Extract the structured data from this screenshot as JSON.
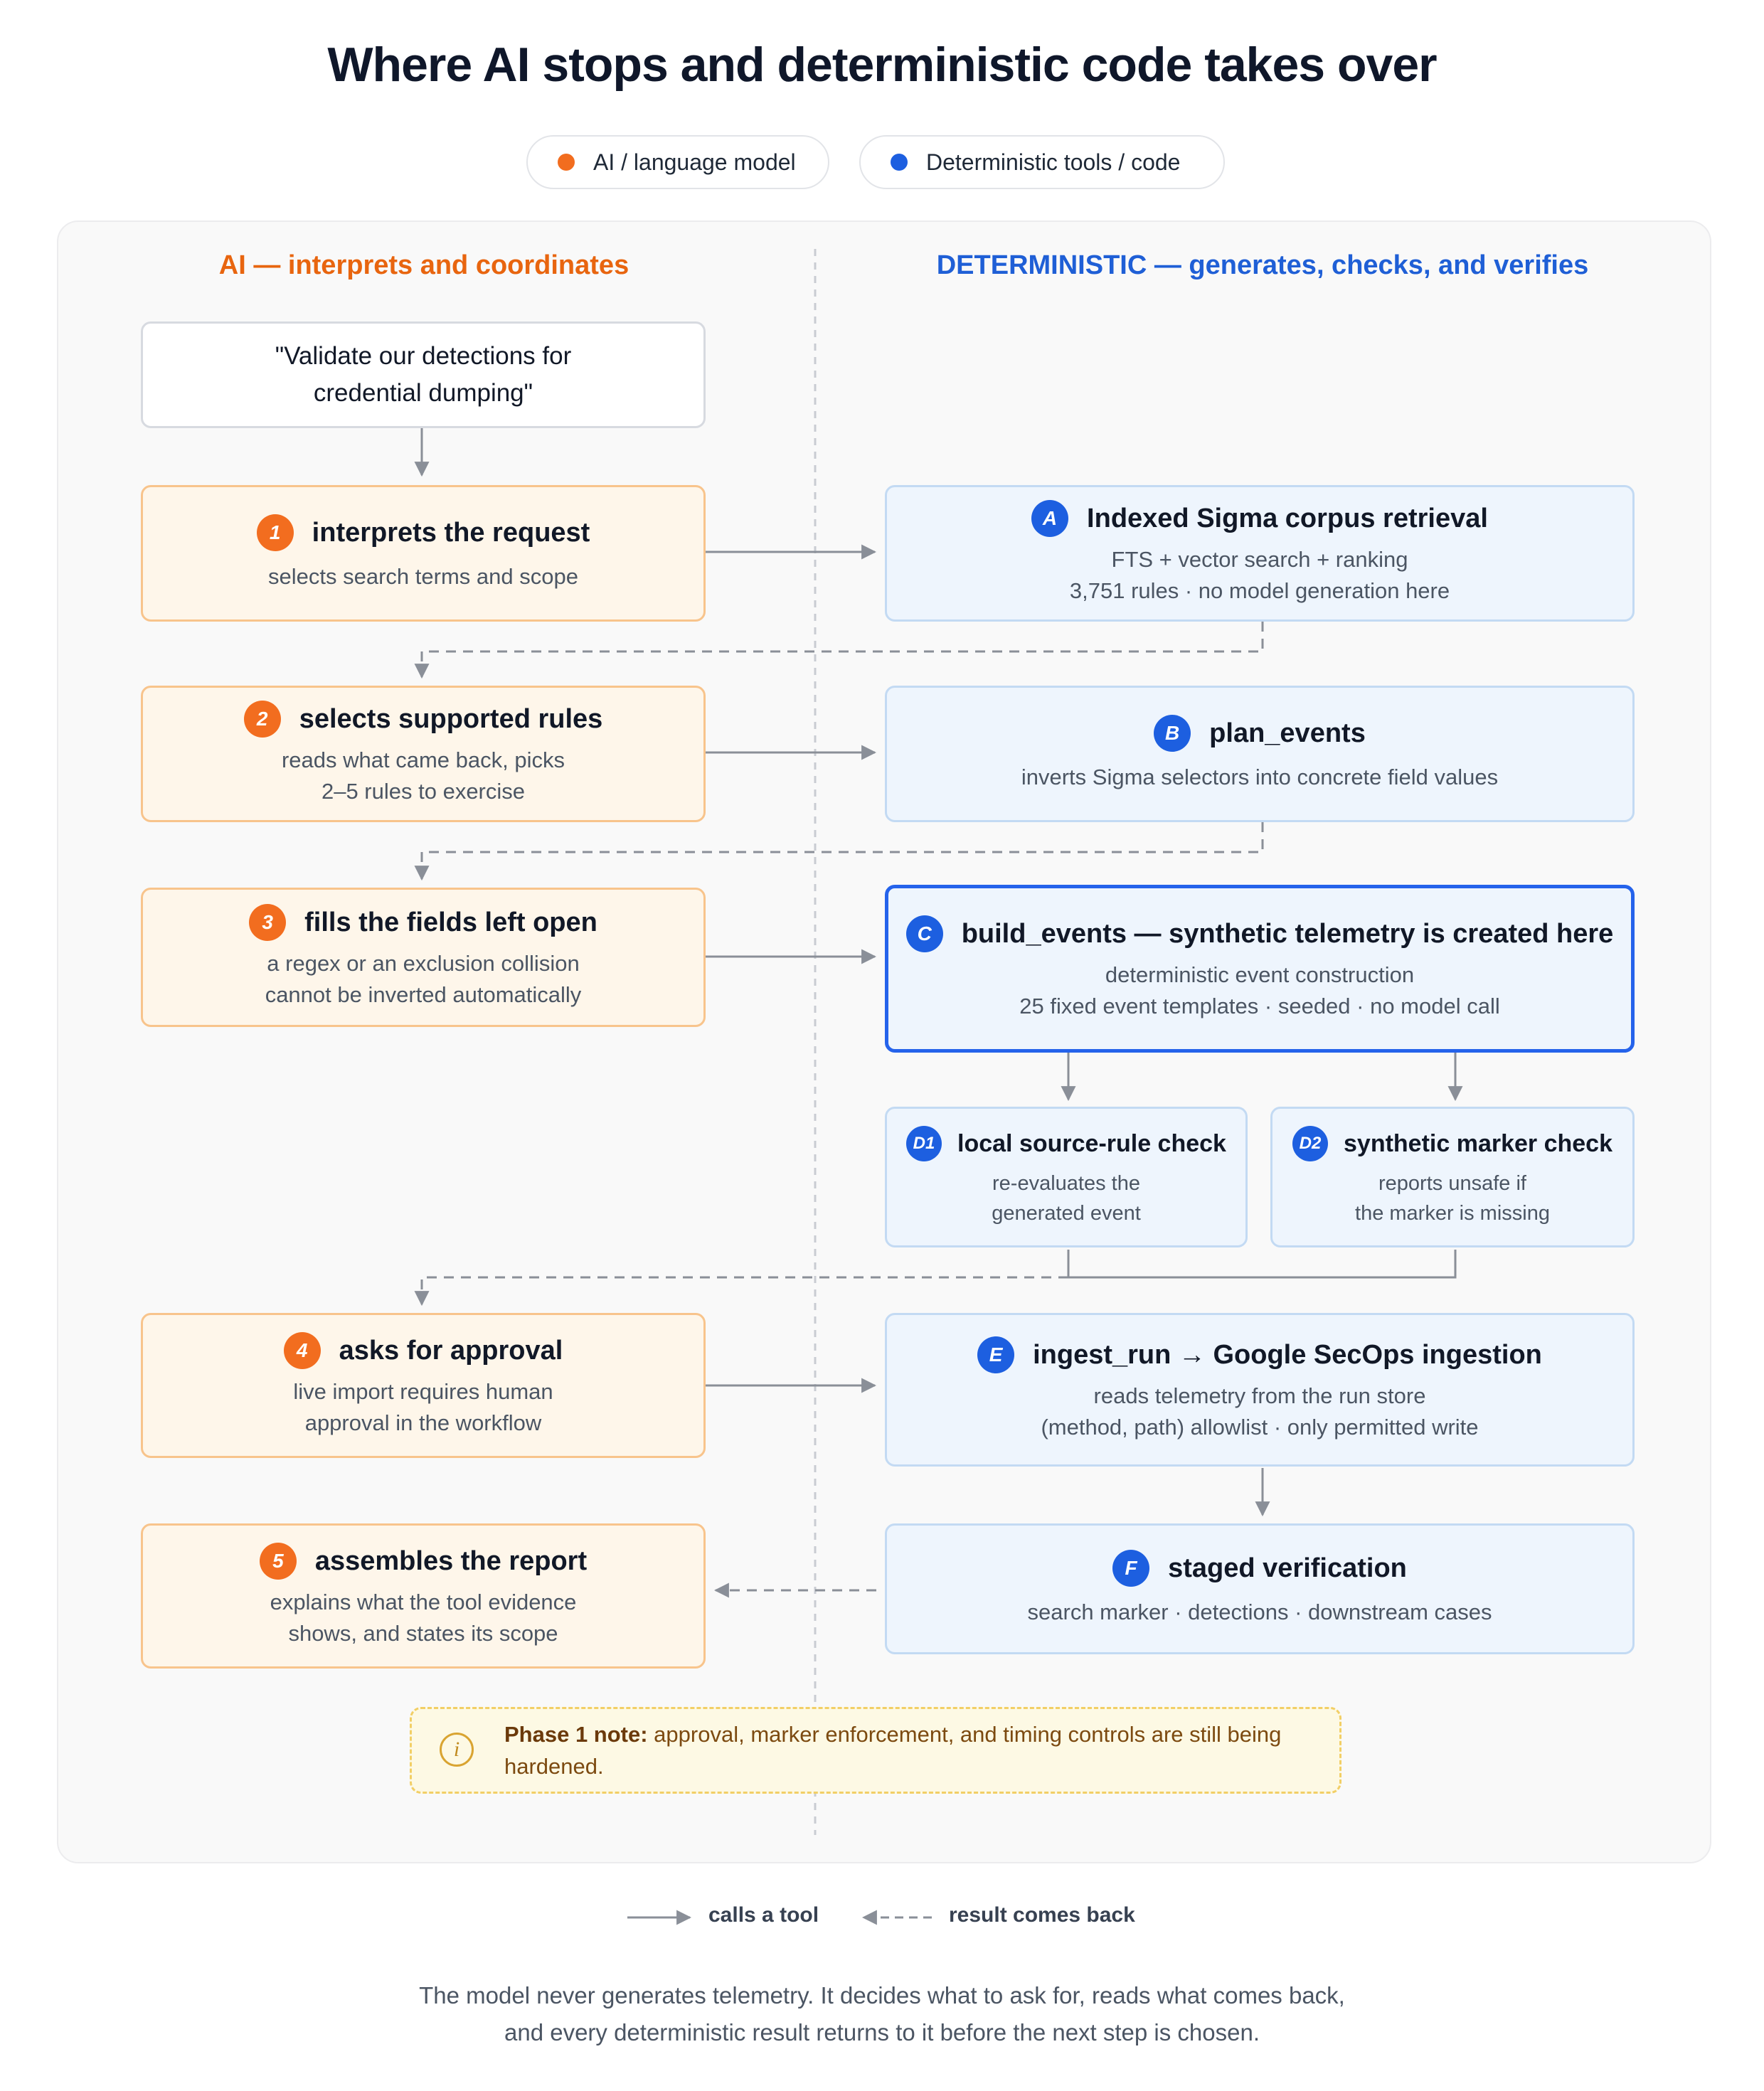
{
  "title": "Where AI stops and deterministic code takes over",
  "legend_pills": {
    "ai": {
      "label": "AI / language model",
      "color": "#f26d1f"
    },
    "det": {
      "label": "Deterministic tools / code",
      "color": "#1d5fe0"
    }
  },
  "columns": {
    "ai_heading": "AI — interprets and coordinates",
    "det_heading": "DETERMINISTIC — generates, checks, and verifies",
    "ai_color": "#e8650f",
    "det_color": "#1f5fd6"
  },
  "request": {
    "line1": "\"Validate our detections for",
    "line2": "credential dumping\""
  },
  "ai_steps": [
    {
      "badge": "1",
      "title": "interprets the request",
      "line1": "selects search terms and scope",
      "line2": ""
    },
    {
      "badge": "2",
      "title": "selects supported rules",
      "line1": "reads what came back, picks",
      "line2": "2–5 rules to exercise"
    },
    {
      "badge": "3",
      "title": "fills the fields left open",
      "line1": "a regex or an exclusion collision",
      "line2": "cannot be inverted automatically"
    },
    {
      "badge": "4",
      "title": "asks for approval",
      "line1": "live import requires human",
      "line2": "approval in the workflow"
    },
    {
      "badge": "5",
      "title": "assembles the report",
      "line1": "explains what the tool evidence",
      "line2": "shows, and states its scope"
    }
  ],
  "det_steps": {
    "A": {
      "badge": "A",
      "title": "Indexed Sigma corpus retrieval",
      "line1": "FTS + vector search + ranking",
      "line2": "3,751 rules · no model generation here"
    },
    "B": {
      "badge": "B",
      "title": "plan_events",
      "line1": "inverts Sigma selectors into concrete field values",
      "line2": ""
    },
    "C": {
      "badge": "C",
      "title": "build_events — synthetic telemetry is created here",
      "line1": "deterministic event construction",
      "line2": "25 fixed event templates · seeded · no model call"
    },
    "D1": {
      "badge": "D1",
      "title": "local source-rule check",
      "line1": "re-evaluates the",
      "line2": "generated event"
    },
    "D2": {
      "badge": "D2",
      "title": "synthetic marker check",
      "line1": "reports unsafe if",
      "line2": "the marker is missing"
    },
    "E": {
      "badge": "E",
      "title": "ingest_run → Google SecOps ingestion",
      "line1": "reads telemetry from the run store",
      "line2": "(method, path) allowlist · only permitted write"
    },
    "F": {
      "badge": "F",
      "title": "staged verification",
      "line1": "search marker · detections · downstream cases",
      "line2": ""
    }
  },
  "note": {
    "icon": "info-icon",
    "bold": "Phase 1 note:",
    "text": " approval, marker enforcement, and timing controls are still being hardened."
  },
  "arrow_legend": {
    "solid": "calls a tool",
    "dashed": "result comes back"
  },
  "footer": {
    "line1": "The model never generates telemetry. It decides what to ask for, reads what comes back,",
    "line2": "and every deterministic result returns to it before the next step is chosen."
  }
}
